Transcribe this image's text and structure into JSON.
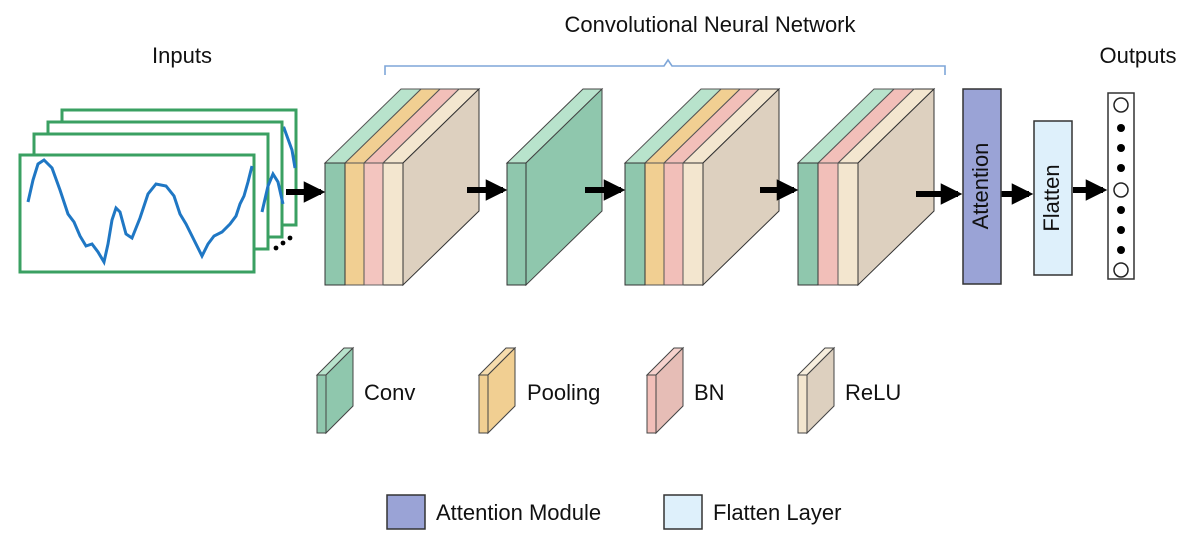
{
  "labels": {
    "inputs": "Inputs",
    "network": "Convolutional Neural Network",
    "outputs": "Outputs",
    "attention_block": "Attention",
    "flatten_block": "Flatten"
  },
  "legend": {
    "conv": "Conv",
    "pooling": "Pooling",
    "bn": "BN",
    "relu": "ReLU",
    "attention_module": "Attention Module",
    "flatten_layer": "Flatten Layer"
  },
  "colors": {
    "conv": "#8fc7ad",
    "conv_light": "#b8e3cc",
    "pooling": "#f1cf92",
    "bn": "#f2bfb9",
    "relu": "#f3e6cf",
    "attention": "#9aa3d6",
    "flatten": "#def0fb",
    "signal": "#1f77c4",
    "frame": "#3aa062",
    "brace": "#7ea6d8"
  }
}
